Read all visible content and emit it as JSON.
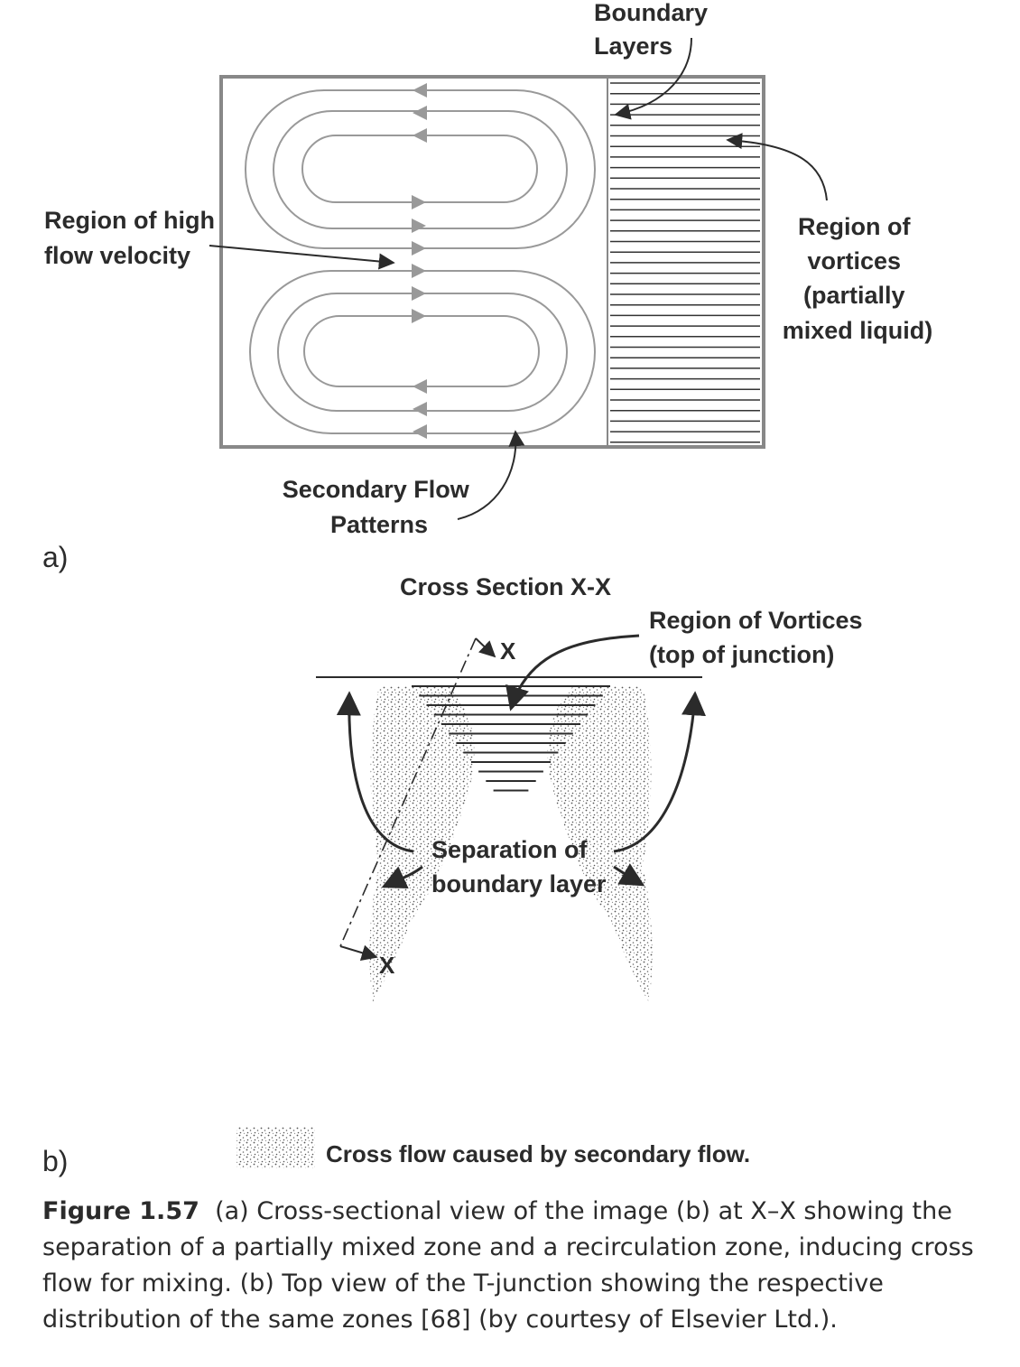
{
  "diagram_a": {
    "panel_label": "a)",
    "boundary_layers": [
      "Boundary",
      "Layers"
    ],
    "region_high_velocity": [
      "Region of high",
      "flow velocity"
    ],
    "region_vortices": [
      "Region of",
      "vortices",
      "(partially",
      "mixed liquid)"
    ],
    "secondary_flow": [
      "Secondary Flow",
      "Patterns"
    ]
  },
  "diagram_b": {
    "panel_label": "b)",
    "title": "Cross Section X-X",
    "region_vortices": [
      "Region of Vortices",
      "(top of junction)"
    ],
    "x_mark": "X",
    "separation": [
      "Separation of",
      "boundary layer"
    ],
    "legend_text": "Cross flow caused by secondary flow."
  },
  "caption": {
    "label": "Figure 1.57",
    "text": "(a) Cross-sectional view of the image (b) at X–X showing the separation of a partially mixed zone and a recirculation zone, inducing cross flow for mixing. (b) Top view of the T-junction showing the respective distribution of the same zones [68] (by courtesy of Elsevier Ltd.)."
  },
  "colors": {
    "ink": "#2b2b2b",
    "outline": "#888888",
    "flow_lines": "#999999"
  }
}
